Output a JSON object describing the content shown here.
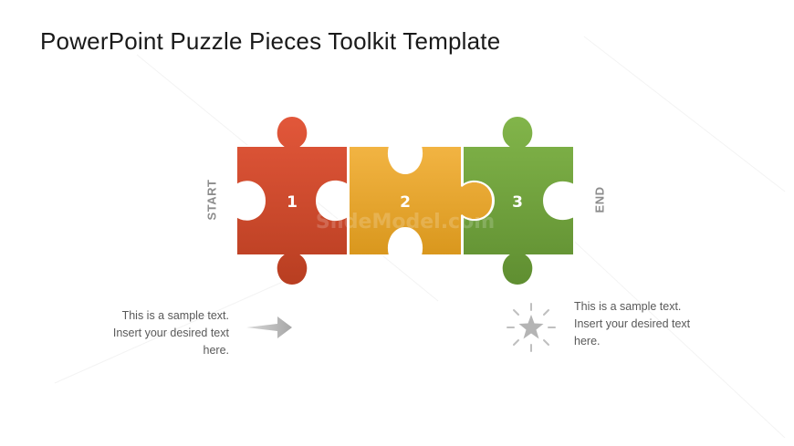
{
  "slide": {
    "title": "PowerPoint Puzzle Pieces Toolkit Template",
    "watermark": "SlideModel.com",
    "start_label": "START",
    "end_label": "END",
    "pieces": [
      {
        "number": "1",
        "color_top": "#E2573A",
        "color_bottom": "#B83E21"
      },
      {
        "number": "2",
        "color_top": "#F2B443",
        "color_bottom": "#D9971D"
      },
      {
        "number": "3",
        "color_top": "#82B54A",
        "color_bottom": "#5F8E31"
      }
    ],
    "left_note": {
      "line1": "This is a sample text.",
      "line2": "Insert your desired text",
      "line3": "here."
    },
    "right_note": {
      "line1": "This is a sample text.",
      "line2": "Insert your desired text",
      "line3": "here."
    },
    "icons": {
      "left": "arrow-right-icon",
      "right": "star-burst-icon"
    },
    "colors": {
      "text_gray": "#8c8c8c",
      "icon_gray": "#b4b4b4"
    }
  }
}
